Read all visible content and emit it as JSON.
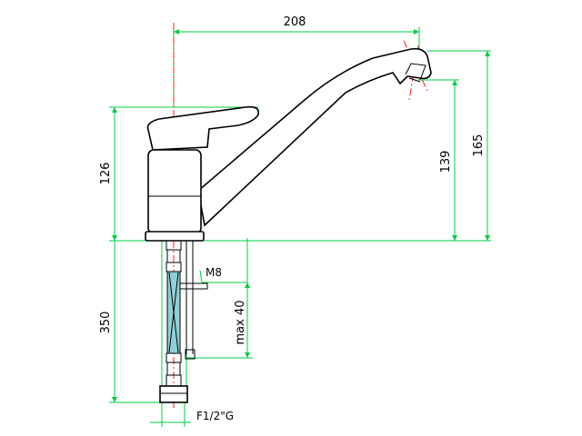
{
  "drawing": {
    "dimensions": {
      "spout_reach": "208",
      "body_height": "126",
      "outlet_height": "139",
      "total_height": "165",
      "hose_length": "350",
      "max_thickness": "max 40",
      "stud_thread": "M8",
      "hose_connector": "F1/2\"G"
    },
    "colors": {
      "dimension_lines": "#00cc44",
      "center_lines": "#ff2222",
      "outline": "#000000",
      "hose": "#8fd0d6"
    }
  }
}
